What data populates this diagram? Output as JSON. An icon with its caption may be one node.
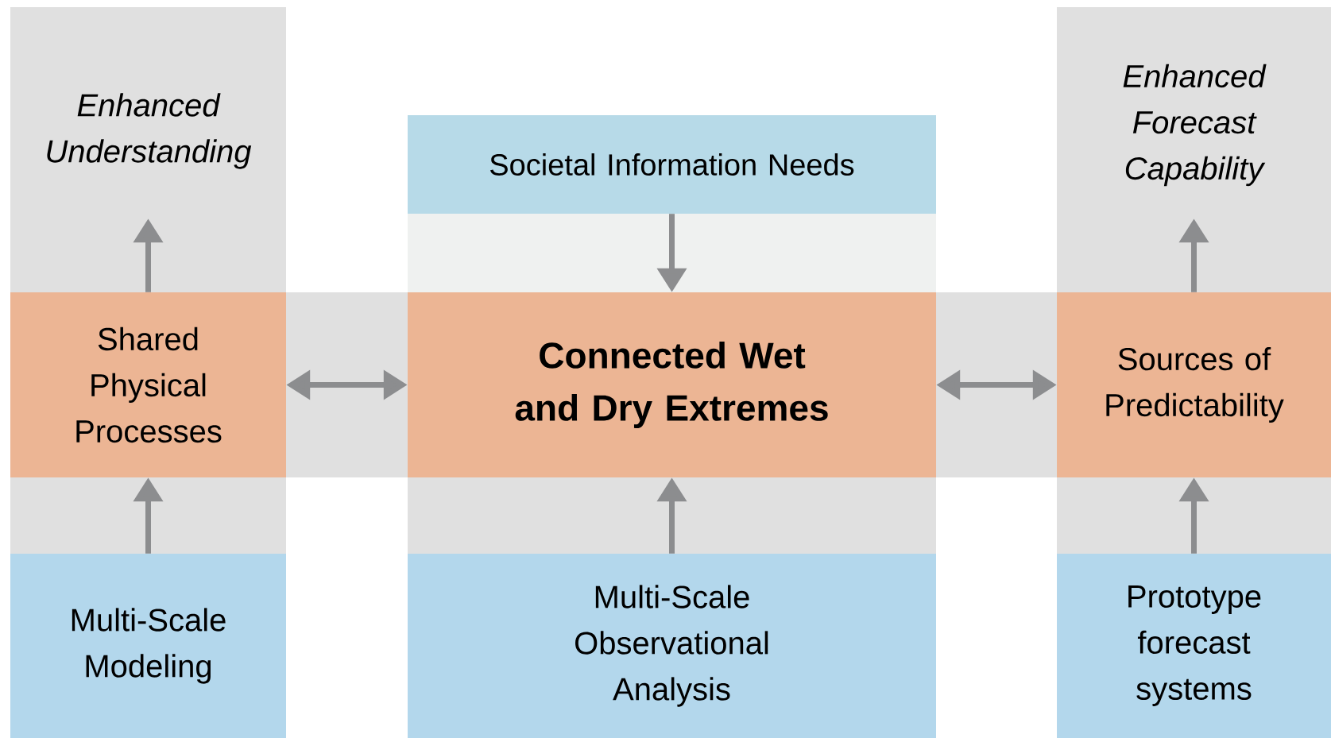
{
  "diagram": {
    "nodes": [
      {
        "text": [
          "Enhanced Understanding"
        ]
      },
      {
        "text": [
          "Shared Physical Processes"
        ]
      },
      {
        "text": [
          "Multi-Scale Modeling"
        ]
      },
      {
        "text": [
          "Societal Information Needs"
        ]
      },
      {
        "text": [
          "Connected Wet and Dry Extremes"
        ]
      },
      {
        "text": [
          "Multi-Scale Observational Analysis"
        ]
      },
      {
        "text": [
          "Enhanced Forecast Capability"
        ]
      },
      {
        "text": [
          "Sources of Predictability"
        ]
      },
      {
        "text": [
          "Prototype forecast systems"
        ]
      }
    ],
    "edges": [
      {
        "from": 1,
        "to": 0,
        "arrow": "to"
      },
      {
        "from": 2,
        "to": 1,
        "arrow": "to"
      },
      {
        "from": 3,
        "to": 4,
        "arrow": "to"
      },
      {
        "from": 5,
        "to": 4,
        "arrow": "to"
      },
      {
        "from": 7,
        "to": 6,
        "arrow": "to"
      },
      {
        "from": 8,
        "to": 7,
        "arrow": "to"
      },
      {
        "from": 1,
        "to": 4,
        "arrow": "both"
      },
      {
        "from": 4,
        "to": 7,
        "arrow": "both"
      }
    ]
  }
}
